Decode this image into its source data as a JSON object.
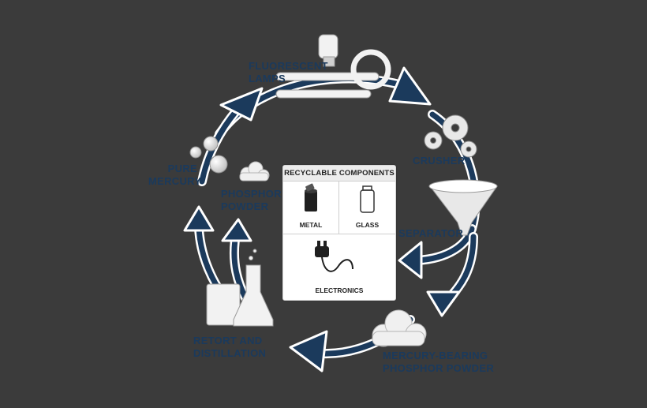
{
  "stages": [
    {
      "id": "fluorescent-lamps",
      "label": "FLUORESCENT\nLAMPS"
    },
    {
      "id": "crusher",
      "label": "CRUSHER"
    },
    {
      "id": "separator",
      "label": "SEPARATOR"
    },
    {
      "id": "mercury-bearing-phosphor-powder",
      "label": "MERCURY-BEARING\nPHOSPHOR POWDER"
    },
    {
      "id": "retort-and-distillation",
      "label": "RETORT AND\nDISTILLATION"
    },
    {
      "id": "pure-mercury",
      "label": "PURE\nMERCURY"
    },
    {
      "id": "phosphor-powder",
      "label": "PHOSPHOR\nPOWDER"
    }
  ],
  "recyclable_components": {
    "title": "RECYCLABLE COMPONENTS",
    "items": [
      {
        "label": "METAL",
        "icon": "metal-can-icon"
      },
      {
        "label": "GLASS",
        "icon": "glass-jar-icon"
      },
      {
        "label": "ELECTRONICS",
        "icon": "electrical-plug-icon"
      }
    ]
  },
  "colors": {
    "arrow": "#1b3a5c",
    "arrow_outline": "#ffffff",
    "background": "#3b3b3b",
    "label": "#1b3a5c",
    "icon_fill": "#f2f2f2"
  }
}
